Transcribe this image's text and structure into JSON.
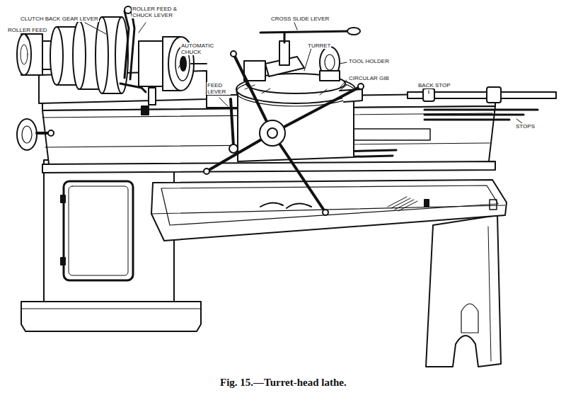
{
  "diagram": {
    "caption": "Fig. 15.—Turret-head lathe.",
    "labels": [
      "ROLLER FEED & CHUCK LEVER",
      "CLUTCH BACK GEAR LEVER",
      "CROSS SLIDE LEVER",
      "ROLLER FEED",
      "AUTOMATIC CHUCK",
      "TURRET",
      "TOOL HOLDER",
      "CIRCULAR GIB",
      "FEED LEVER",
      "BACK STOP",
      "STOPS"
    ]
  }
}
